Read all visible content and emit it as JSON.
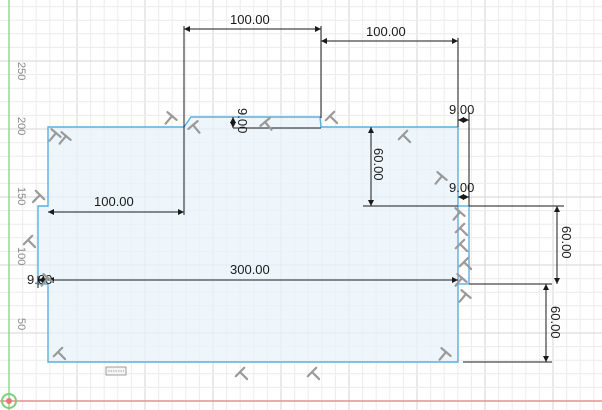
{
  "ruler": {
    "labels": [
      "250",
      "200",
      "150",
      "100",
      "50"
    ]
  },
  "dimensions": {
    "top_left_width": "100.00",
    "top_right_width": "100.00",
    "notch_depth": "9.00",
    "right_top_offset": "9.00",
    "right_step_offset": "9.00",
    "inner_step_height": "60.00",
    "left_step_width": "100.00",
    "overall_width": "300.00",
    "left_edge_offset": "9.00",
    "right_upper_height": "60.00",
    "right_lower_height": "60.00"
  },
  "colors": {
    "grid_minor": "#ececec",
    "grid_major": "#d6d6d6",
    "profile_stroke": "#5aaee0",
    "profile_fill": "#e8f3fb",
    "dimension": "#1a1a1a",
    "constraint_glyph": "#9a9a9a",
    "x_axis": "#e27a7a",
    "y_axis": "#7bcf7b"
  },
  "icons": {
    "constraint": "perpendicular-constraint-icon",
    "origin": "origin-icon",
    "sketch_text": "sketch-text-icon"
  }
}
